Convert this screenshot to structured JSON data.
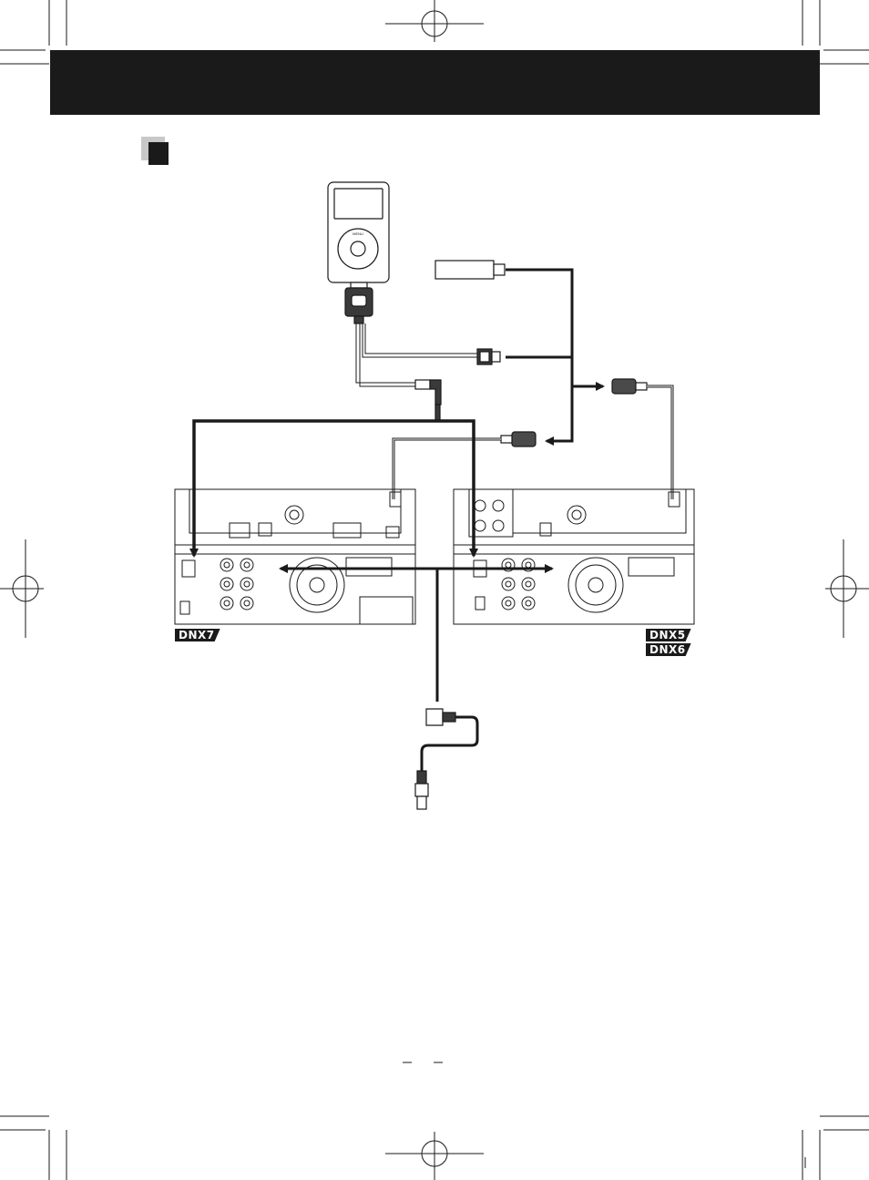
{
  "header": {
    "title": "",
    "bar_color": "#1a1a1a"
  },
  "section_marker": {
    "label": ""
  },
  "models": {
    "left_unit": "DNX7",
    "right_unit_top": "DNX5",
    "right_unit_bottom": "DNX6"
  },
  "components": [
    "ipod-icon",
    "usb-memory-icon",
    "dock-connector-icon",
    "usb-plug-icon",
    "mini-plug-icon",
    "usb-extension-cable-icon",
    "receiver-rear-panel-icon",
    "gps-antenna-connector-icon"
  ],
  "colors": {
    "line": "#1a1a1a",
    "accent": "#000000",
    "shade": "#d0d0d0"
  }
}
